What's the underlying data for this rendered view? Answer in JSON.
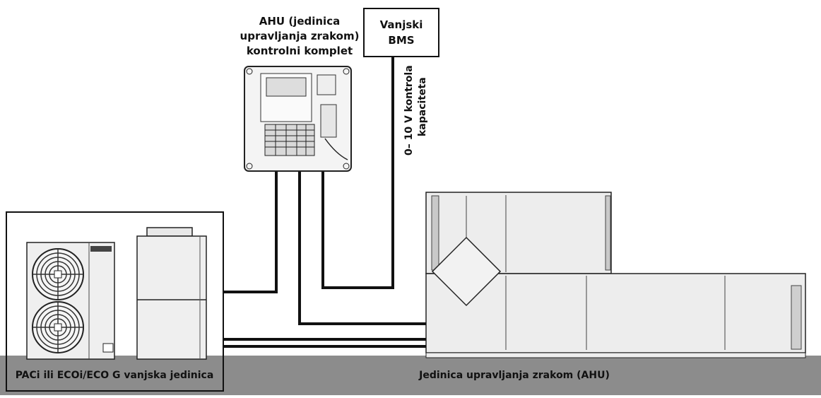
{
  "labels": {
    "ahu_kit_line1": "AHU (jedinica",
    "ahu_kit_line2": "upravljanja zrakom)",
    "ahu_kit_line3": "kontrolni komplet",
    "bms_line1": "Vanjski",
    "bms_line2": "BMS",
    "control_line1": "0– 10 V kontrola",
    "control_line2": "kapaciteta",
    "outdoor_unit": "PACi ili ECOi/ECO G vanjska jedinica",
    "ahu_unit": "Jedinica upravljanja zrakom (AHU)"
  },
  "colors": {
    "floor": "#8c8c8c",
    "unit_fill": "#ededed",
    "line": "#111111",
    "cable": "#111111"
  }
}
